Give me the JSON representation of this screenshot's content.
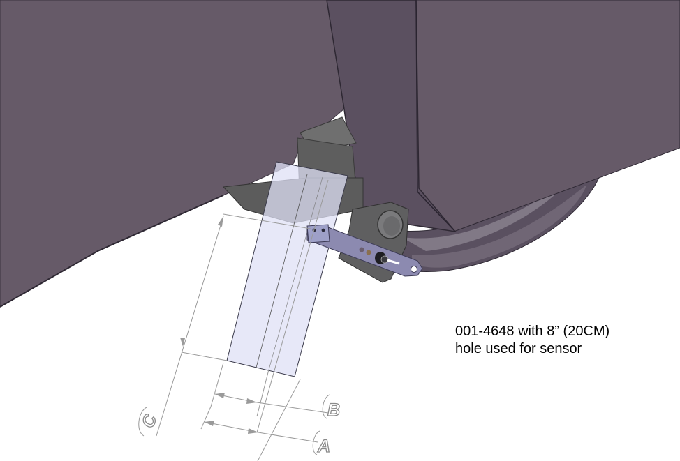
{
  "caption": {
    "line1": "001-4648 with 8” (20CM)",
    "line2": "hole used for sensor"
  },
  "dimensions": {
    "a": "A",
    "b": "B",
    "c": "C"
  },
  "colors": {
    "hull": "#665a68",
    "hull_dark": "#4a4150",
    "bracket_grey": "#6e6e6e",
    "sensor_panel": "#dfe0f6",
    "pipe": "#5a5060",
    "dimension_lines": "#9a9a9a"
  }
}
